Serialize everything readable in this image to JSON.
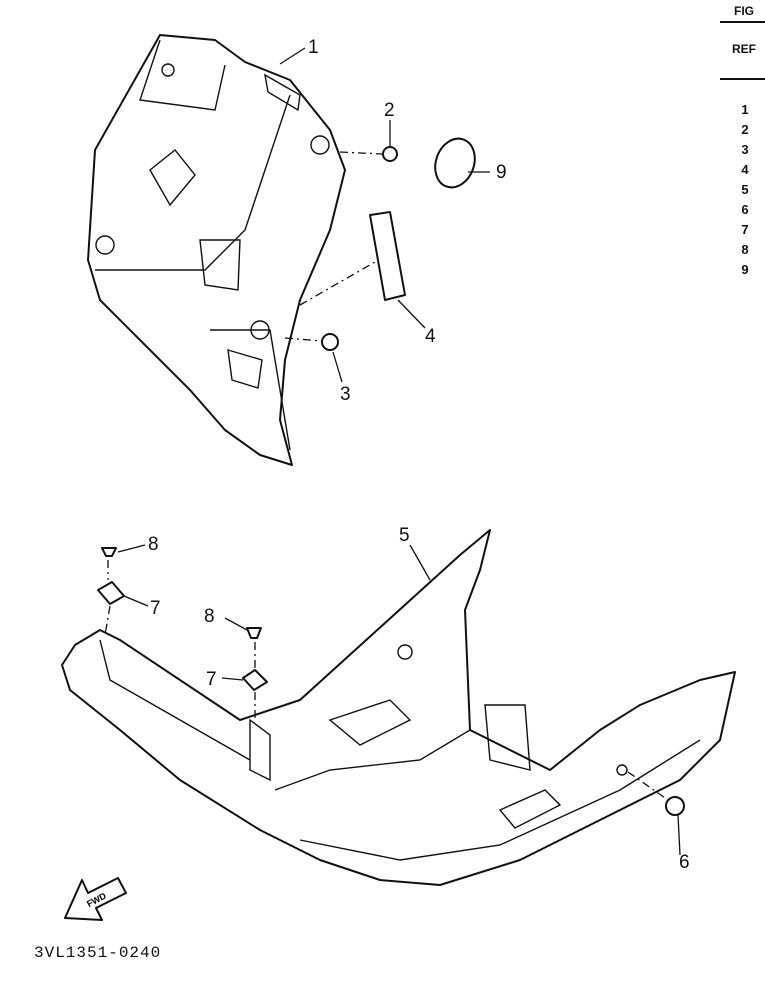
{
  "reference_column": {
    "heading_fig": "FIG",
    "heading_ref": "REF",
    "numbers": [
      "1",
      "2",
      "3",
      "4",
      "5",
      "6",
      "7",
      "8",
      "9"
    ]
  },
  "callouts": {
    "c1": "1",
    "c2": "2",
    "c3": "3",
    "c4": "4",
    "c5": "5",
    "c6": "6",
    "c7a": "7",
    "c7b": "7",
    "c8a": "8",
    "c8b": "8",
    "c9": "9"
  },
  "fwd_label": "FWD",
  "diagram_code": "3VL1351-0240"
}
